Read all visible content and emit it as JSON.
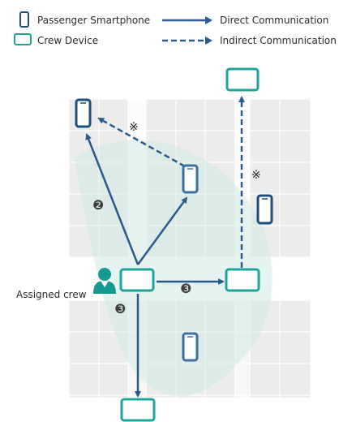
{
  "legend": {
    "passenger_smartphone": "Passenger Smartphone",
    "crew_device": "Crew Device",
    "direct_communication": "Direct Communication",
    "indirect_communication": "Indirect Communication"
  },
  "labels": {
    "assigned_crew": "Assigned crew",
    "step_2": "❷",
    "step_3a": "❸",
    "step_3b": "❸",
    "note_mark_1": "※",
    "note_mark_2": "※"
  },
  "colors": {
    "passenger": "#1f4e79",
    "passenger_alt": "#3a6ea5",
    "crew_device": "#1fa39a",
    "arrow": "#2a5b8c",
    "coverage": "#d6eeeb",
    "grid_fill": "#ececec",
    "grid_line": "#ffffff",
    "aisle": "#ffffff",
    "badge": "#404040",
    "person": "#159a8f"
  },
  "icons": {
    "smartphone": "smartphone-icon",
    "tablet": "tablet-icon",
    "crew_person": "crew-person-icon"
  }
}
